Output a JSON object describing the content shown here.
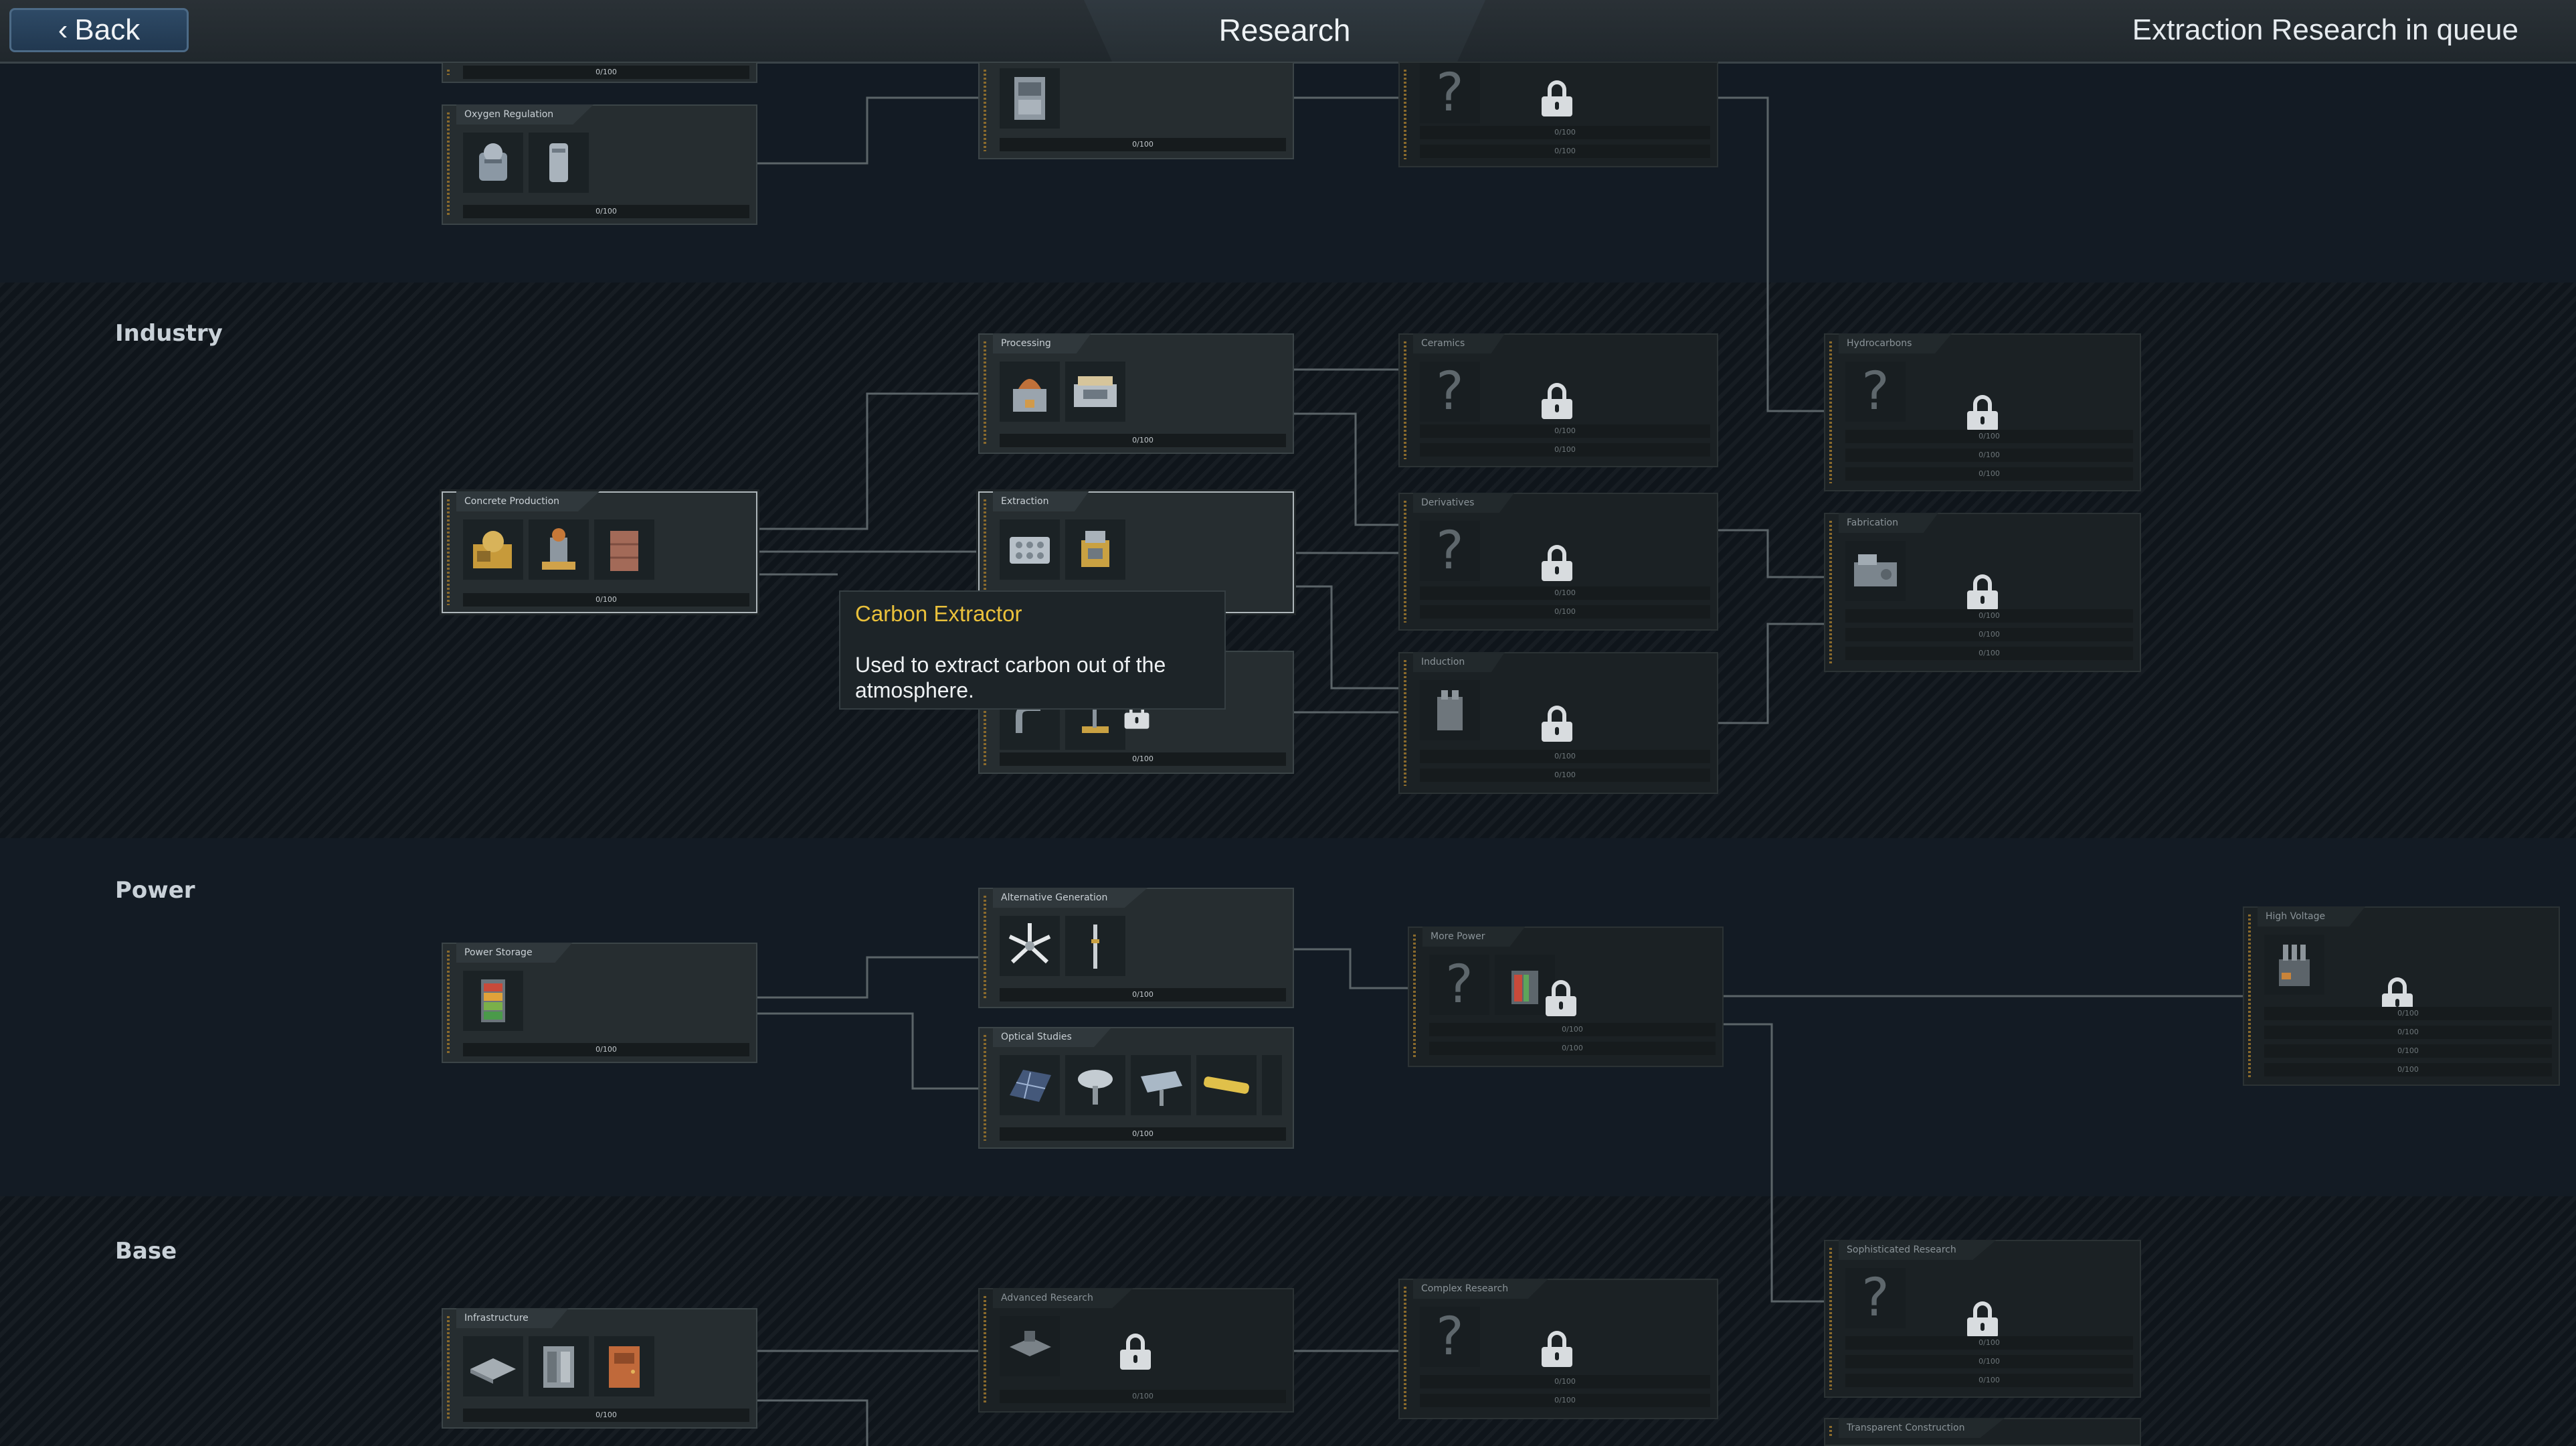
{
  "header": {
    "back_label": "Back",
    "title": "Research",
    "queue_status": "Extraction Research in queue"
  },
  "bands": [
    {
      "title": ""
    },
    {
      "title": "Industry"
    },
    {
      "title": "Power"
    },
    {
      "title": "Base"
    }
  ],
  "nodes": {
    "top_left_partial": {
      "progress": "0/100"
    },
    "oxygen": {
      "title": "Oxygen Regulation",
      "progress": "0/100"
    },
    "top_mid_partial": {
      "progress": "0/100"
    },
    "top_locked": {
      "progress": [
        "0/100",
        "0/100"
      ]
    },
    "processing": {
      "title": "Processing",
      "progress": "0/100"
    },
    "concrete": {
      "title": "Concrete Production",
      "progress": "0/100"
    },
    "extraction": {
      "title": "Extraction"
    },
    "hidden_node": {
      "progress": "0/100"
    },
    "ceramics": {
      "title": "Ceramics",
      "progress": [
        "0/100",
        "0/100"
      ]
    },
    "derivatives": {
      "title": "Derivatives",
      "progress": [
        "0/100",
        "0/100"
      ]
    },
    "induction": {
      "title": "Induction",
      "progress": [
        "0/100",
        "0/100"
      ]
    },
    "hydrocarbons": {
      "title": "Hydrocarbons",
      "progress": [
        "0/100",
        "0/100",
        "0/100"
      ]
    },
    "fabrication": {
      "title": "Fabrication",
      "progress": [
        "0/100",
        "0/100",
        "0/100"
      ]
    },
    "power_storage": {
      "title": "Power Storage",
      "progress": "0/100"
    },
    "alt_generation": {
      "title": "Alternative Generation",
      "progress": "0/100"
    },
    "optical": {
      "title": "Optical Studies",
      "progress": "0/100"
    },
    "more_power": {
      "title": "More Power",
      "progress": [
        "0/100",
        "0/100"
      ]
    },
    "high_voltage": {
      "title": "High Voltage",
      "progress": [
        "0/100",
        "0/100",
        "0/100",
        "0/100"
      ]
    },
    "infrastructure": {
      "title": "Infrastructure",
      "progress": "0/100"
    },
    "advanced": {
      "title": "Advanced Research",
      "progress": "0/100"
    },
    "complex": {
      "title": "Complex Research",
      "progress": [
        "0/100",
        "0/100"
      ]
    },
    "sophisticated": {
      "title": "Sophisticated Research",
      "progress": [
        "0/100",
        "0/100",
        "0/100"
      ]
    },
    "transparent": {
      "title": "Transparent Construction"
    }
  },
  "tooltip": {
    "title": "Carbon Extractor",
    "text": "Used to extract carbon out of the atmosphere."
  },
  "icons": {
    "question": "?",
    "back_chevron": "‹"
  },
  "colors": {
    "accent_gold": "#e9c03b",
    "back_button": "#213850",
    "locked": "#d8dcdf"
  }
}
